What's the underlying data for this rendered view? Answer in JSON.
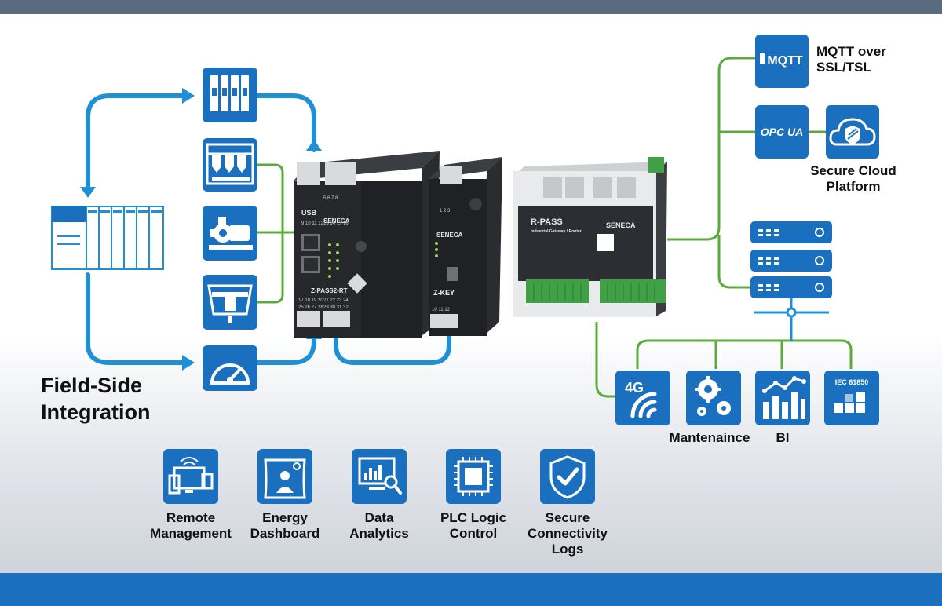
{
  "title_line1": "Field-Side",
  "title_line2": "Integration",
  "cloud": {
    "mqtt_line1": "MQTT over",
    "mqtt_line2": "SSL/TSL",
    "mqtt_logo": "MQTT",
    "opcua_logo": "OPC UA",
    "secure_cloud_line1": "Secure Cloud",
    "secure_cloud_line2": "Platform"
  },
  "services": {
    "lte_logo": "4G",
    "iec_logo": "IEC 61850",
    "maintenance_label": "Mantenaince",
    "bi_label": "BI"
  },
  "features": [
    {
      "line1": "Remote",
      "line2": "Management",
      "line3": ""
    },
    {
      "line1": "Energy",
      "line2": "Dashboard",
      "line3": ""
    },
    {
      "line1": "Data",
      "line2": "Analytics",
      "line3": ""
    },
    {
      "line1": "PLC Logic",
      "line2": "Control",
      "line3": ""
    },
    {
      "line1": "Secure",
      "line2": "Connectivity",
      "line3": "Logs"
    }
  ],
  "devices": {
    "zpass_model": "Z-PASS2-RT",
    "zpass_usb": "USB",
    "zpass_brand": "SENECA",
    "zkey_model": "Z-KEY",
    "zkey_brand": "SENECA",
    "rpass_model": "R-PASS",
    "rpass_subtitle": "Industrial Gateway / Router",
    "rpass_brand": "SENECA"
  },
  "colors": {
    "tile_blue": "#1a6fbf",
    "flow_blue": "#1e90d8",
    "link_green": "#5aab3c",
    "device_dark": "#1f2124"
  }
}
